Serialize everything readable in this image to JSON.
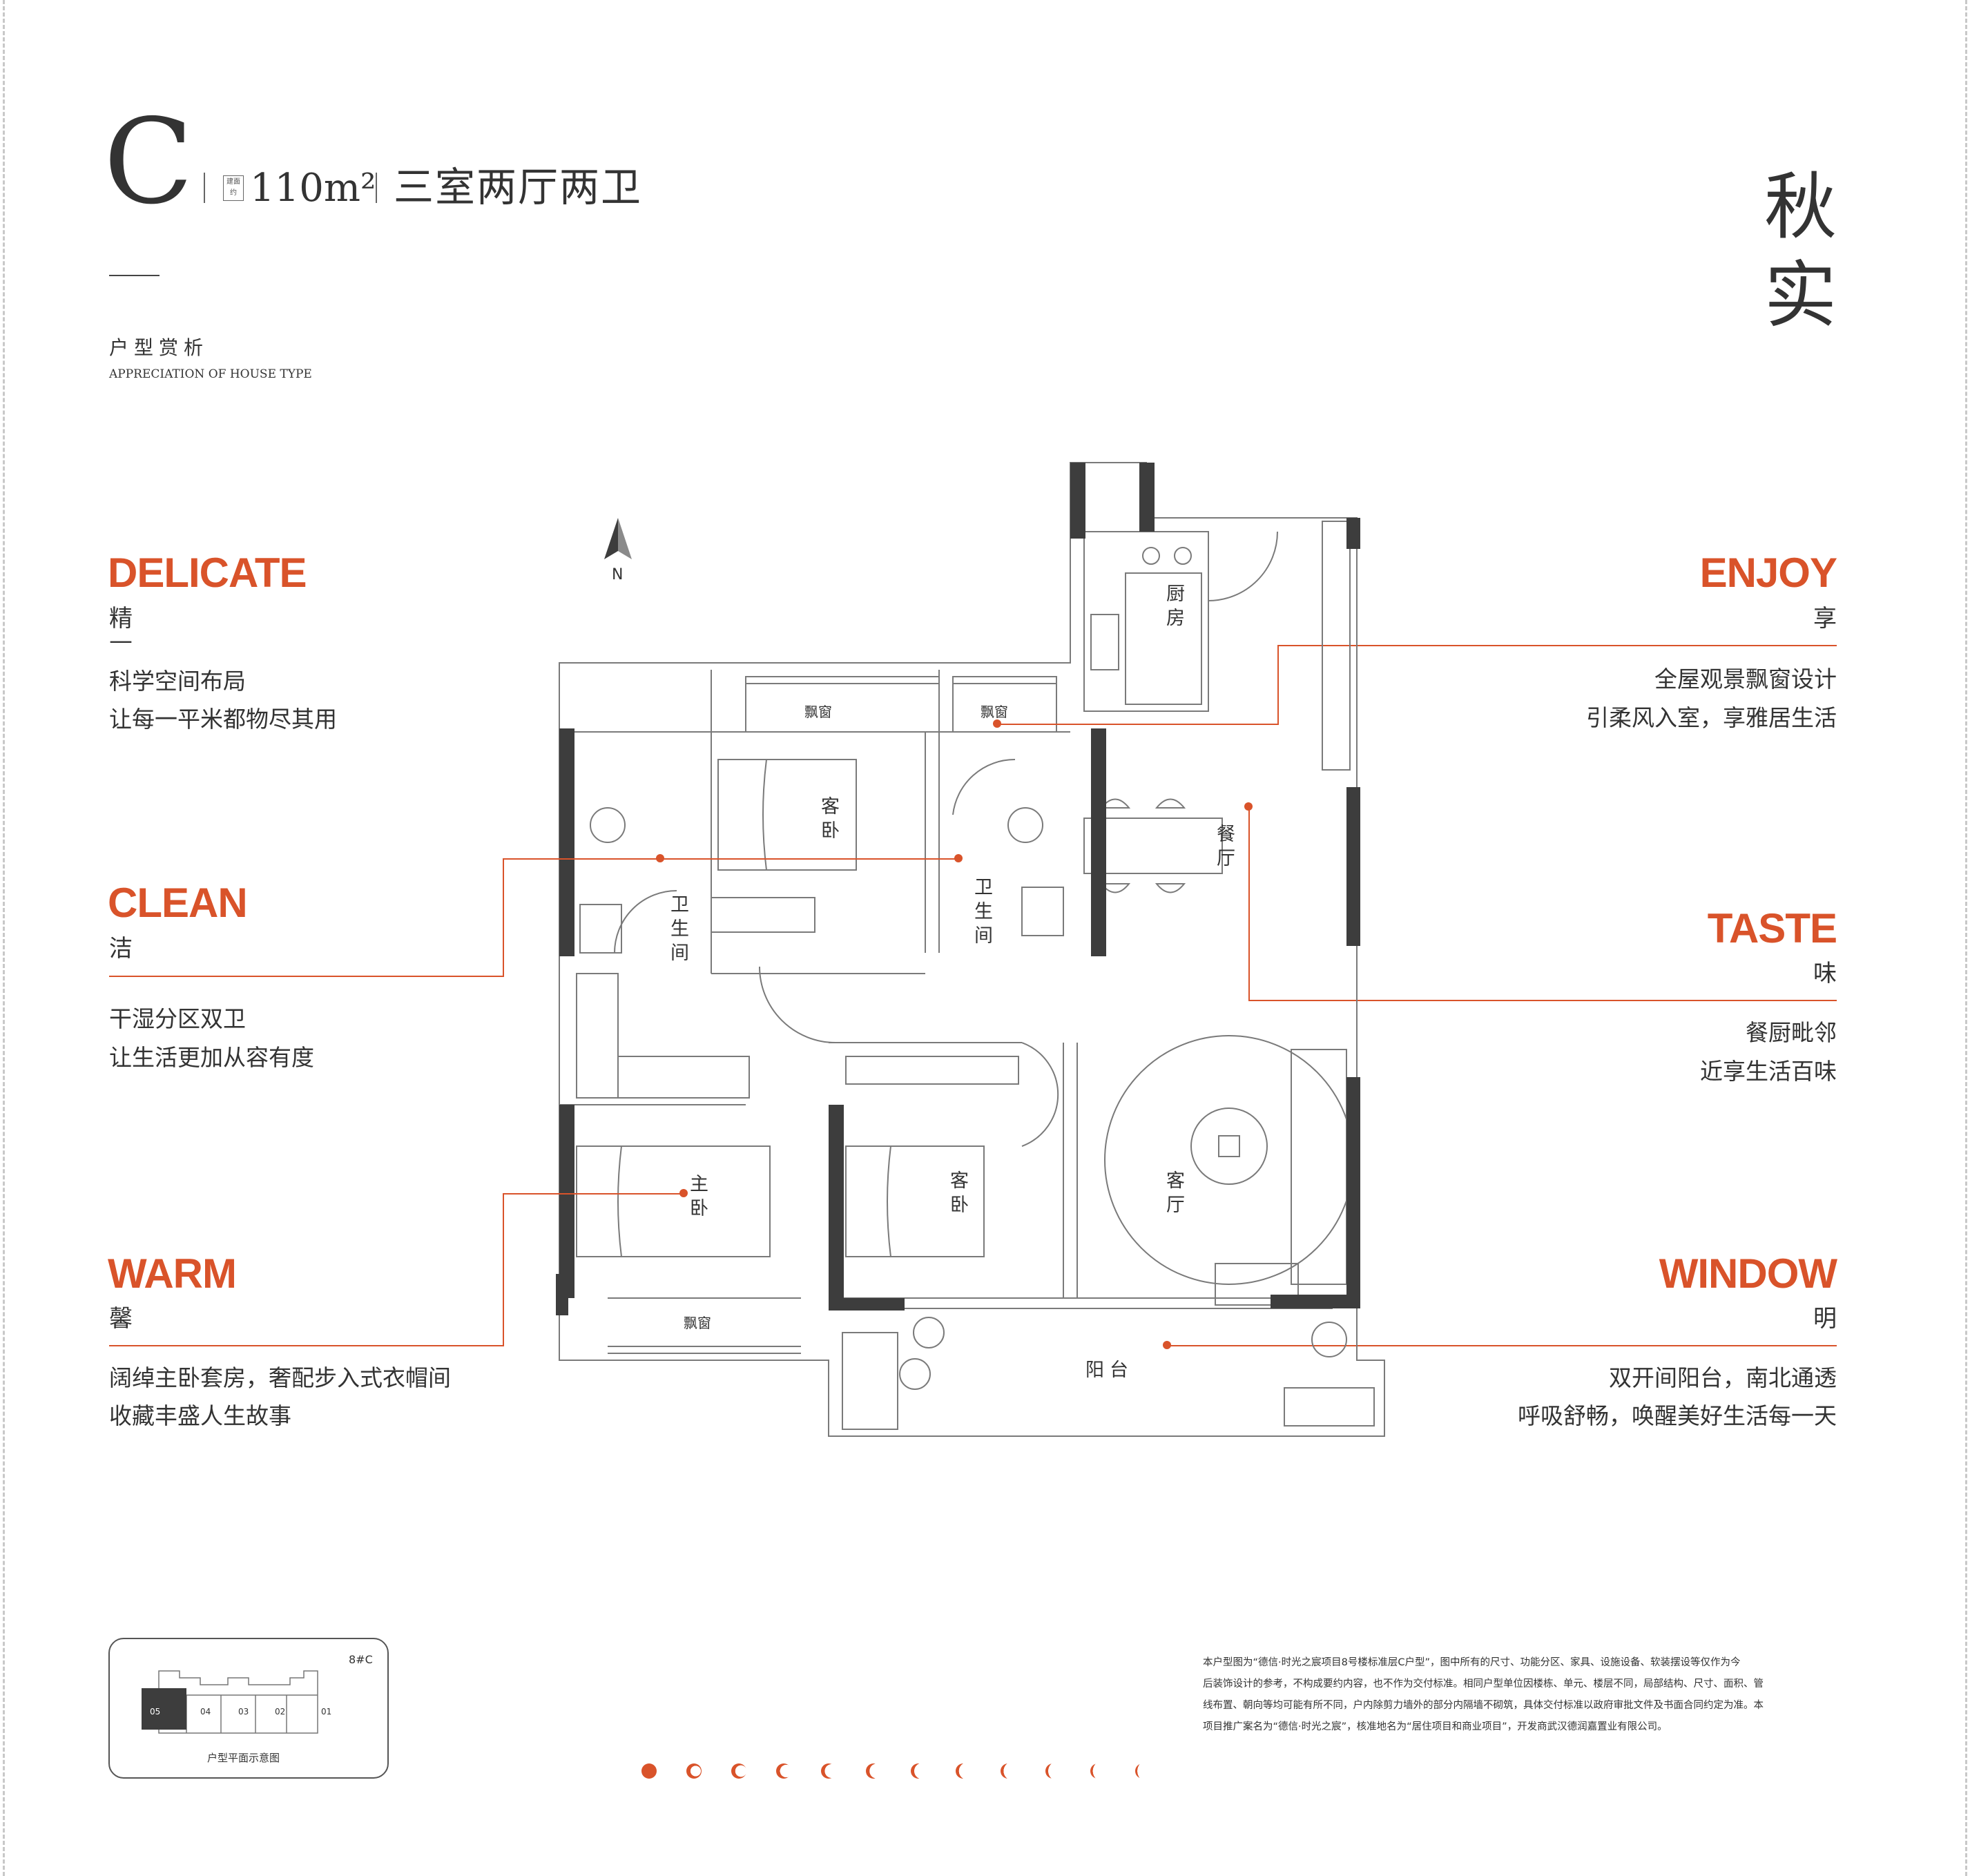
{
  "header": {
    "type_letter": "C",
    "area_tag": "建面约",
    "area": "110m²",
    "layout": "三室两厅两卫",
    "subtitle_zh": "户型赏析",
    "subtitle_en": "APPRECIATION OF HOUSE TYPE",
    "season_1": "秋",
    "season_2": "实"
  },
  "features": {
    "delicate": {
      "en": "DELICATE",
      "zh": "精",
      "dash": "—",
      "line1": "科学空间布局",
      "line2": "让每一平米都物尽其用"
    },
    "clean": {
      "en": "CLEAN",
      "zh": "洁",
      "line1": "干湿分区双卫",
      "line2": "让生活更加从容有度"
    },
    "warm": {
      "en": "WARM",
      "zh": "馨",
      "line1": "阔绰主卧套房，奢配步入式衣帽间",
      "line2": "收藏丰盛人生故事"
    },
    "enjoy": {
      "en": "ENJOY",
      "zh": "享",
      "line1": "全屋观景飘窗设计",
      "line2": "引柔风入室，享雅居生活"
    },
    "taste": {
      "en": "TASTE",
      "zh": "味",
      "line1": "餐厨毗邻",
      "line2": "近享生活百味"
    },
    "window": {
      "en": "WINDOW",
      "zh": "明",
      "line1": "双开间阳台，南北通透",
      "line2": "呼吸舒畅，唤醒美好生活每一天"
    }
  },
  "plan": {
    "north": "N",
    "kitchen": "厨房",
    "dining": "餐厅",
    "living": "客厅",
    "bay_window": "飘窗",
    "guest_bedroom": "客卧",
    "bathroom": "卫生间",
    "master_bedroom": "主卧",
    "balcony": "阳台"
  },
  "keyplan": {
    "building": "8#C",
    "units": [
      "05",
      "04",
      "03",
      "02",
      "01"
    ],
    "highlighted_unit": "05",
    "caption": "户型平面示意图"
  },
  "disclaimer": {
    "line1": "本户型图为“德信·时光之宸项目8号楼标准层C户型”，图中所有的尺寸、功能分区、家具、设施设备、软装摆设等仅作为今",
    "line2": "后装饰设计的参考，不构成要约内容，也不作为交付标准。相同户型单位因楼栋、单元、楼层不同，局部结构、尺寸、面积、管",
    "line3": "线布置、朝向等均可能有所不同，户内除剪力墙外的部分内隔墙不砌筑，具体交付标准以政府审批文件及书面合同约定为准。本",
    "line4": "项目推广案名为“德信·时光之宸”，核准地名为“居住项目和商业项目”，开发商武汉德润嘉置业有限公司。"
  },
  "colors": {
    "accent": "#d9532a",
    "wall": "#3d3d3d",
    "line": "#7a7a7a",
    "fill": "#f2f2f2"
  },
  "moon_phases": 12
}
